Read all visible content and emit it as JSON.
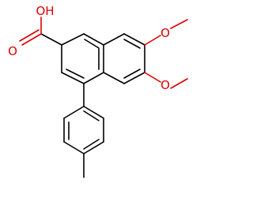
{
  "molecule": {
    "labels": {
      "hydroxyl": "OH",
      "carbonyl_oxygen": "O",
      "methoxy_oxygen_top": "O",
      "methoxy_oxygen_bottom": "O"
    },
    "colors": {
      "bond": "#000000",
      "heteroatom": "#dd0000",
      "background": "#ffffff"
    }
  }
}
